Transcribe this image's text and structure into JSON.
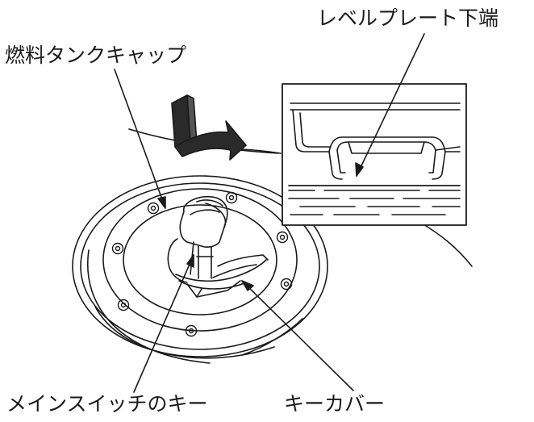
{
  "labels": {
    "level_plate_bottom": "レベルプレート下端",
    "fuel_tank_cap": "燃料タンクキャップ",
    "main_switch_key": "メインスイッチのキー",
    "key_cover": "キーカバー"
  },
  "colors": {
    "line": "#1a1a1a",
    "arrow_fill": "#2a2a2a",
    "background": "#ffffff"
  },
  "icons": {
    "open_direction": "turn-arrow-icon"
  }
}
